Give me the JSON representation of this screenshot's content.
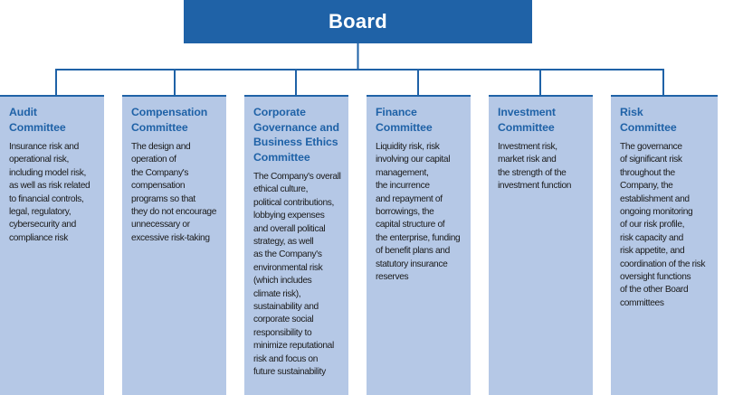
{
  "board": {
    "label": "Board"
  },
  "committees": [
    {
      "title": "Audit\nCommittee",
      "description": "Insurance risk and\noperational risk,\nincluding model risk,\nas well as risk related\nto financial controls,\nlegal, regulatory,\ncybersecurity and\ncompliance risk"
    },
    {
      "title": "Compensation\nCommittee",
      "description": "The design and\noperation of\nthe Company's\ncompensation\nprograms so that\nthey do not encourage\nunnecessary or\nexcessive risk-taking"
    },
    {
      "title": "Corporate\nGovernance and\nBusiness Ethics\nCommittee",
      "description": "The Company's overall\nethical culture,\npolitical contributions,\nlobbying expenses\nand overall political\nstrategy, as well\nas the Company's\nenvironmental risk\n(which includes\nclimate risk),\nsustainability and\ncorporate social\nresponsibility to\nminimize reputational\nrisk and focus on\nfuture sustainability"
    },
    {
      "title": "Finance\nCommittee",
      "description": "Liquidity risk, risk\ninvolving our capital\nmanagement,\nthe incurrence\nand repayment of\nborrowings, the\ncapital structure of\nthe enterprise, funding\nof benefit plans and\nstatutory insurance\nreserves"
    },
    {
      "title": "Investment\nCommittee",
      "description": "Investment risk,\nmarket risk and\nthe strength of the\ninvestment function"
    },
    {
      "title": "Risk\nCommittee",
      "description": "The governance\nof significant risk\nthroughout the\nCompany, the\nestablishment and\nongoing monitoring\nof our risk profile,\nrisk capacity and\nrisk appetite, and\ncoordination of the risk\noversight functions\nof the other Board\ncommittees"
    }
  ],
  "colors": {
    "accent": "#1f62a7",
    "box": "#b5c8e6",
    "text": "#1a1a1a"
  }
}
